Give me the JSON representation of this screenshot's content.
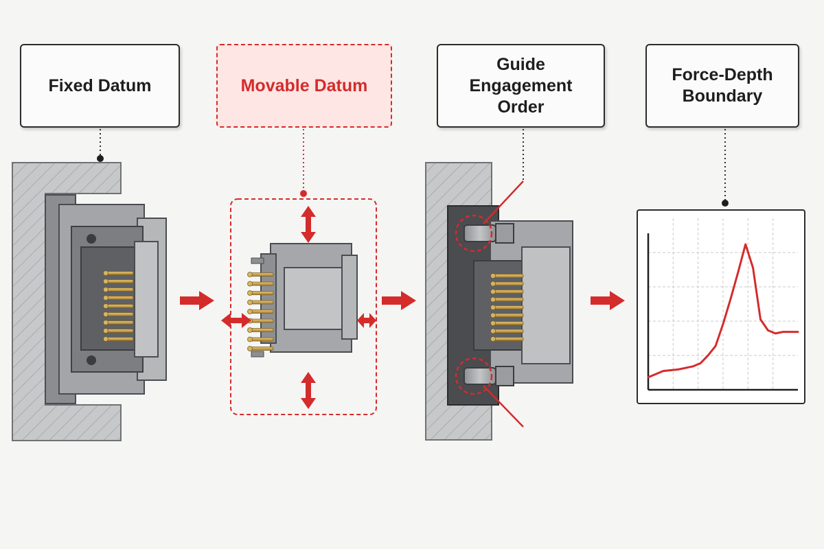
{
  "stages": [
    {
      "id": "fixed",
      "title": "Fixed Datum",
      "accent": false
    },
    {
      "id": "movable",
      "title": "Movable Datum",
      "accent": true
    },
    {
      "id": "guide",
      "title": "Guide Engagement Order",
      "accent": false
    },
    {
      "id": "force",
      "title": "Force-Depth Boundary",
      "accent": false
    }
  ],
  "colors": {
    "accent": "#d42b2b",
    "outline": "#2c2c2c",
    "metal_light": "#b7b9bb",
    "metal_mid": "#9a9c9f",
    "metal_dark": "#6f7174",
    "hatch": "#a9aaac",
    "pin_gold": "#c9a14a"
  },
  "chart_data": {
    "type": "line",
    "title": "",
    "xlabel": "",
    "ylabel": "",
    "grid": true,
    "x": [
      0,
      0.5,
      1,
      2,
      3,
      3.5,
      4,
      4.5,
      5,
      5.5,
      6,
      6.5,
      7,
      7.5,
      8,
      8.5,
      9,
      9.5,
      10
    ],
    "y": [
      0.08,
      0.1,
      0.12,
      0.13,
      0.15,
      0.17,
      0.22,
      0.28,
      0.42,
      0.58,
      0.75,
      0.93,
      0.78,
      0.45,
      0.38,
      0.36,
      0.37,
      0.37,
      0.37
    ],
    "xlim": [
      0,
      10
    ],
    "ylim": [
      0,
      1
    ]
  }
}
